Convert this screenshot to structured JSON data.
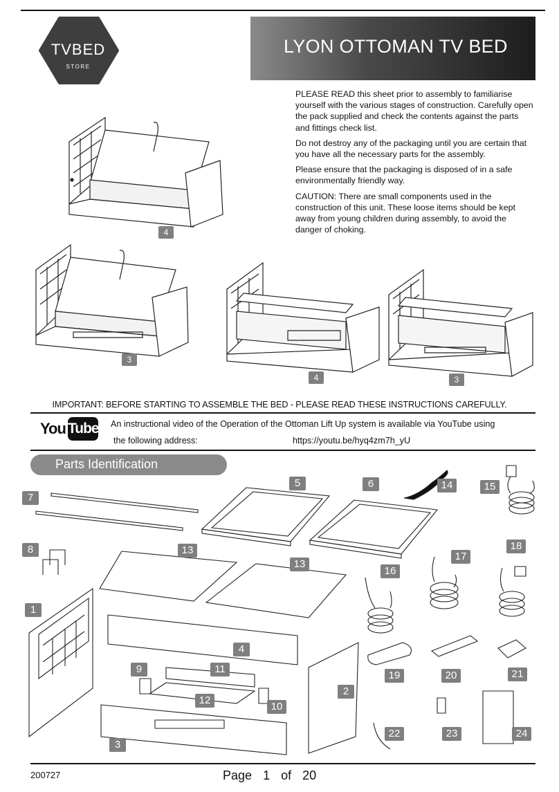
{
  "logo": {
    "brand": "TVBED",
    "sub": "STORE"
  },
  "title": "LYON OTTOMAN TV BED",
  "intro": {
    "p1_lead": "PLEASE  READ",
    "p1_rest": " this sheet prior to assembly to familiarise yourself with the various stages of construction. Carefully open the pack supplied and check the contents against the parts and fittings check list.",
    "p2": "Do not destroy any of the packaging until you are certain that you have all the necessary parts for the assembly.",
    "p3": "Please ensure that the packaging is disposed of in a safe environmentally friendly way.",
    "p4": "CAUTION:  There are small components used in the construction of this unit. These loose items should be kept away from young children during assembly, to avoid the danger of choking."
  },
  "bed_badges": {
    "top": "4",
    "middle_left": "3",
    "middle_center": "4",
    "middle_right": "3"
  },
  "important": "IMPORTANT: BEFORE STARTING TO ASSEMBLE THE BED - PLEASE READ THESE INSTRUCTIONS CAREFULLY.",
  "youtube": {
    "logo_you": "You",
    "logo_tube": "Tube",
    "line1": "An instructional video of the Operation of the Ottoman Lift Up system is available via YouTube using",
    "line2": "the following address:",
    "url": "https://youtu.be/hyq4zm7h_yU"
  },
  "parts_heading": "Parts Identification",
  "parts": [
    "1",
    "2",
    "3",
    "4",
    "5",
    "6",
    "7",
    "8",
    "9",
    "10",
    "11",
    "12",
    "13",
    "13",
    "14",
    "15",
    "16",
    "17",
    "18",
    "19",
    "20",
    "21",
    "22",
    "23",
    "24"
  ],
  "footer": {
    "code": "200727",
    "page_label": "Page",
    "page_num": "1",
    "of_label": "of",
    "page_total": "20"
  },
  "colors": {
    "badge": "#7f7f7f",
    "title_bar_dark": "#1d1d1d",
    "title_bar_light": "#8a8a8a"
  }
}
